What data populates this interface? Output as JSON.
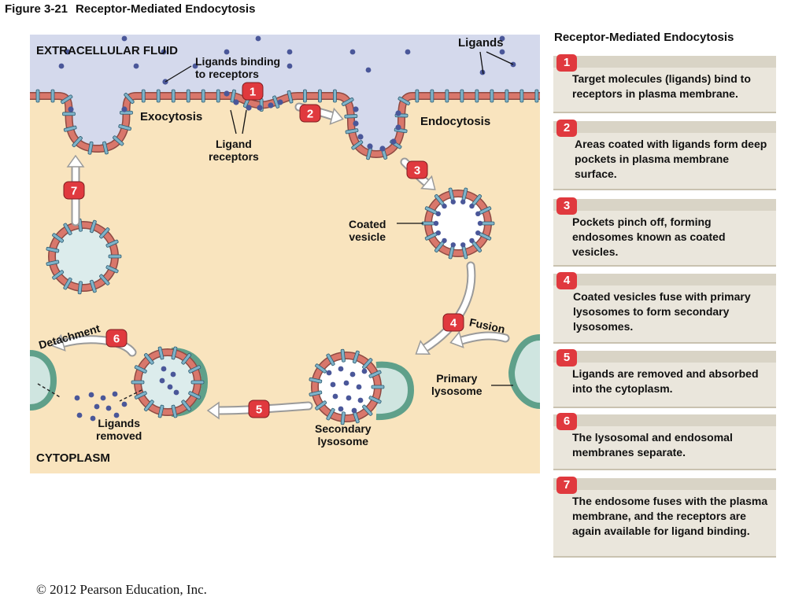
{
  "figure": {
    "number": "Figure 3-21",
    "title": "Receptor-Mediated Endocytosis"
  },
  "diagram": {
    "labels": {
      "extracellular_fluid": "EXTRACELLULAR FLUID",
      "ligands": "Ligands",
      "ligands_binding": "Ligands binding\nto receptors",
      "exocytosis": "Exocytosis",
      "ligand_receptors": "Ligand\nreceptors",
      "endocytosis": "Endocytosis",
      "coated_vesicle": "Coated\nvesicle",
      "fusion": "Fusion",
      "detachment": "Detachment",
      "primary_lysosome": "Primary\nlysosome",
      "secondary_lysosome": "Secondary\nlysosome",
      "ligands_removed": "Ligands\nremoved",
      "cytoplasm": "CYTOPLASM"
    },
    "step_numbers": [
      "1",
      "2",
      "3",
      "4",
      "5",
      "6",
      "7"
    ],
    "colors": {
      "extracellular": "#d4d9ec",
      "cytoplasm": "#f9e4be",
      "membrane": "#d9776b",
      "receptor": "#7fb3c9",
      "ligand": "#4a5799",
      "vesicle_fill": "#dcecec",
      "lysosome": "#5fa08a",
      "arrow": "#ffffff",
      "badge": "#e0393e"
    }
  },
  "panel": {
    "title": "Receptor-Mediated Endocytosis",
    "steps": [
      {
        "num": "1",
        "text": "Target molecules (ligands) bind to receptors in plasma membrane."
      },
      {
        "num": "2",
        "text": "Areas coated with ligands form deep pockets in plasma membrane surface."
      },
      {
        "num": "3",
        "text": "Pockets pinch off, forming endosomes known as coated vesicles."
      },
      {
        "num": "4",
        "text": "Coated vesicles fuse with primary lysosomes to form secondary lysosomes."
      },
      {
        "num": "5",
        "text": "Ligands are removed and absorbed into the cytoplasm."
      },
      {
        "num": "6",
        "text": "The lysosomal and endosomal membranes separate."
      },
      {
        "num": "7",
        "text": "The endosome fuses with the plasma membrane, and the receptors are again available for ligand binding."
      }
    ]
  },
  "copyright": "© 2012 Pearson Education, Inc."
}
